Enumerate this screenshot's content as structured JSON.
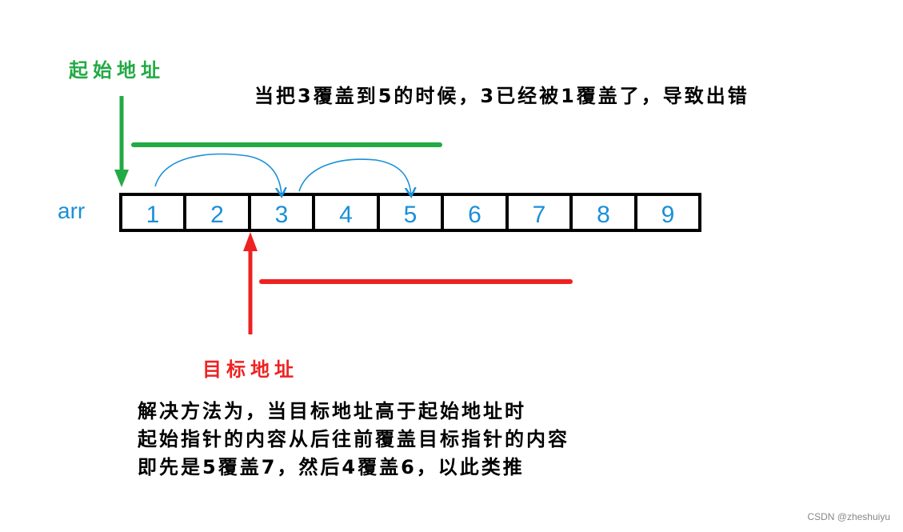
{
  "labels": {
    "source_address": "起始地址",
    "target_address": "目标地址",
    "array_name": "arr",
    "note": "当把3覆盖到5的时候，3已经被1覆盖了，导致出错"
  },
  "array": {
    "cells": [
      "1",
      "2",
      "3",
      "4",
      "5",
      "6",
      "7",
      "8",
      "9"
    ]
  },
  "explanation": {
    "lines": [
      "解决方法为，当目标地址高于起始地址时",
      "起始指针的内容从后往前覆盖目标指针的内容",
      "即先是5覆盖7，然后4覆盖6，以此类推"
    ]
  },
  "watermark": "CSDN @zheshuiyu",
  "colors": {
    "source": "#22aa44",
    "target": "#ee2222",
    "cell_text": "#1a8fd8",
    "copy_arc": "#1a8fd8",
    "border": "#000000"
  }
}
